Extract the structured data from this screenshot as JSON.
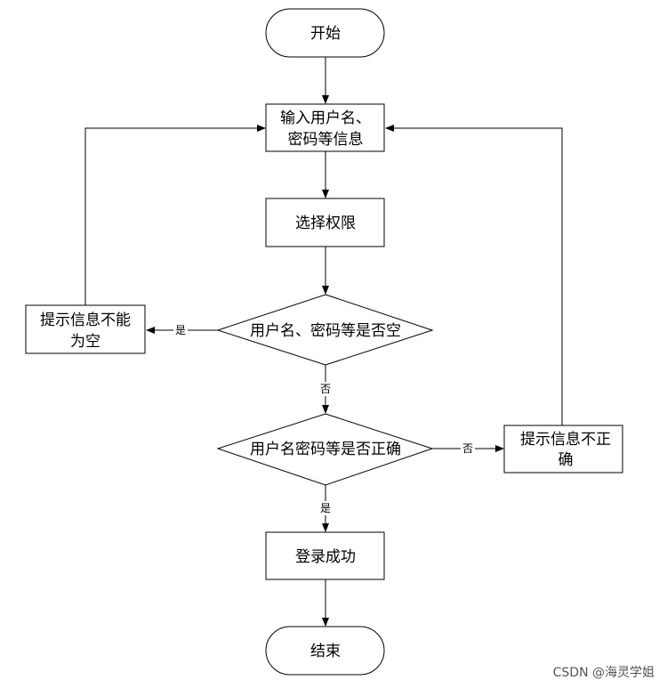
{
  "nodes": {
    "start": "开始",
    "input": [
      "输入用户名、",
      "密码等信息"
    ],
    "select": "选择权限",
    "check_empty": "用户名、密码等是否空",
    "empty_tip": [
      "提示信息不能",
      "为空"
    ],
    "check_correct": "用户名密码等是否正确",
    "wrong_tip": [
      "提示信息不正",
      "确"
    ],
    "success": "登录成功",
    "end": "结束"
  },
  "edges": {
    "empty_yes": "是",
    "empty_no": "否",
    "correct_no": "否",
    "correct_yes": "是"
  },
  "watermark": "CSDN @海灵学姐"
}
